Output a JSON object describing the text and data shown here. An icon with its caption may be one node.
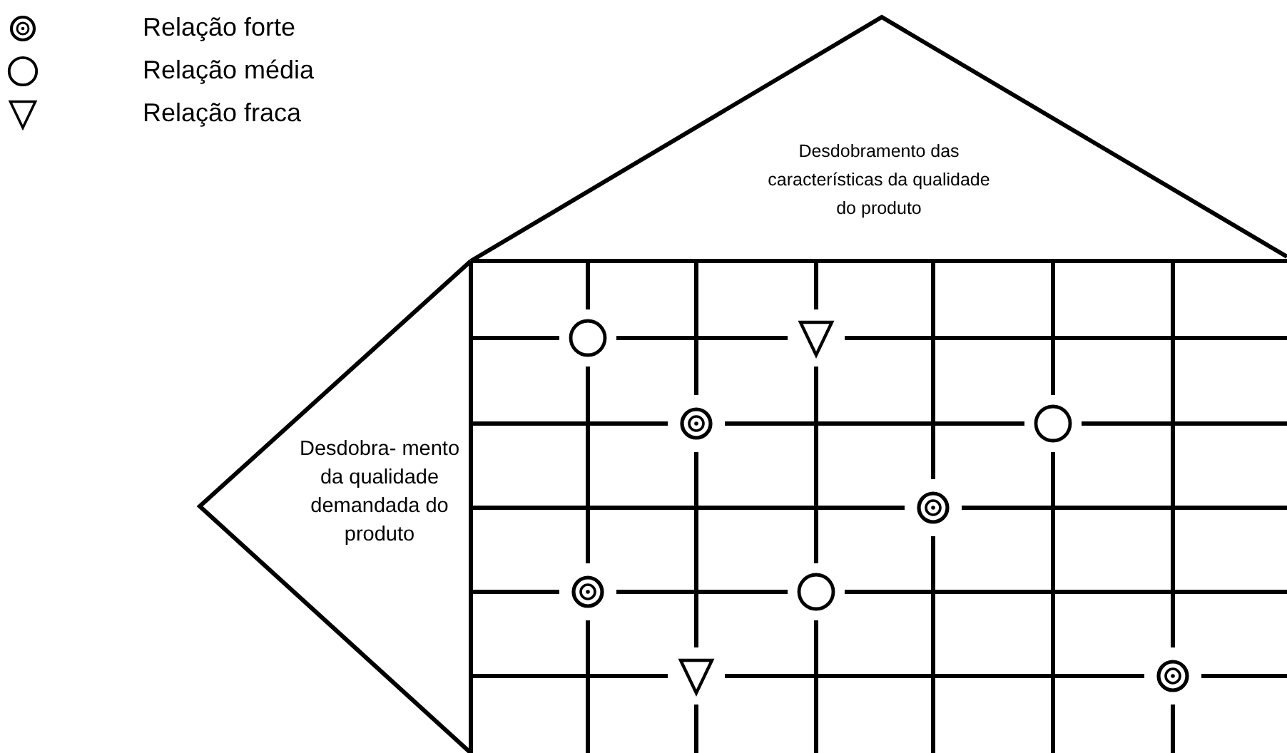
{
  "diagram": {
    "nodes": [
      {
        "text": [
          "Desdobramento das características da qualidade do produto"
        ]
      },
      {
        "text": [
          "Desdobra- mento da qualidade demandada do produto"
        ]
      }
    ],
    "legend": [
      {
        "text": "Relação forte"
      },
      {
        "text": "Relação média"
      },
      {
        "text": "Relação fraca"
      }
    ]
  }
}
